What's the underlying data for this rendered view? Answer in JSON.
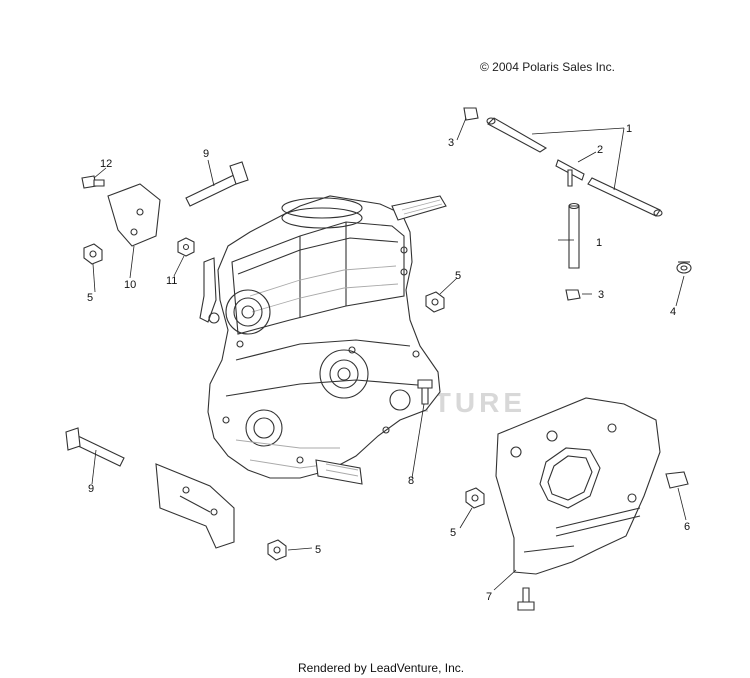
{
  "copyright": "© 2004 Polaris Sales Inc.",
  "watermark": "LEADVENTURE",
  "footer": "Rendered by LeadVenture, Inc.",
  "callouts": [
    {
      "id": "c1a",
      "label": "1"
    },
    {
      "id": "c1b",
      "label": "1"
    },
    {
      "id": "c2",
      "label": "2"
    },
    {
      "id": "c3a",
      "label": "3"
    },
    {
      "id": "c3b",
      "label": "3"
    },
    {
      "id": "c4",
      "label": "4"
    },
    {
      "id": "c5a",
      "label": "5"
    },
    {
      "id": "c5b",
      "label": "5"
    },
    {
      "id": "c5c",
      "label": "5"
    },
    {
      "id": "c5d",
      "label": "5"
    },
    {
      "id": "c6",
      "label": "6"
    },
    {
      "id": "c7",
      "label": "7"
    },
    {
      "id": "c8",
      "label": "8"
    },
    {
      "id": "c9a",
      "label": "9"
    },
    {
      "id": "c9b",
      "label": "9"
    },
    {
      "id": "c10",
      "label": "10"
    },
    {
      "id": "c11",
      "label": "11"
    },
    {
      "id": "c12",
      "label": "12"
    }
  ]
}
